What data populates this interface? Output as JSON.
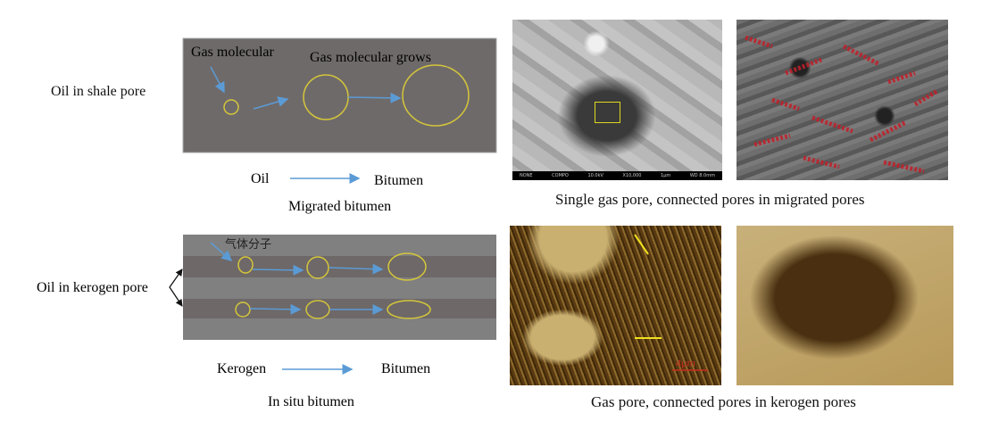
{
  "top_panel": {
    "row_label": "Oil in shale pore",
    "gas_label": "Gas molecular",
    "grows_label": "Gas molecular grows",
    "from": "Oil",
    "to": "Bitumen",
    "caption": "Migrated bitumen"
  },
  "bottom_panel": {
    "row_label": "Oil in kerogen pore",
    "gas_label": "气体分子",
    "from": "Kerogen",
    "to": "Bitumen",
    "caption": "In situ bitumen"
  },
  "sem_top": {
    "scale_bar": {
      "detector": "NONE",
      "mode": "COMPO",
      "voltage": "10.0kV",
      "magnification": "X10,000",
      "scale": "1μm",
      "wd": "WD 8.0mm"
    },
    "caption": "Single gas pore, connected pores in migrated pores"
  },
  "sem_bottom": {
    "scale": "4μm",
    "caption": "Gas pore, connected pores in kerogen pores"
  },
  "colors": {
    "panel": "#6f6a6a",
    "band_light": "#808080",
    "band_dark": "#6e6868",
    "circle": "#d4c63a",
    "arrow": "#5b9bd5"
  }
}
